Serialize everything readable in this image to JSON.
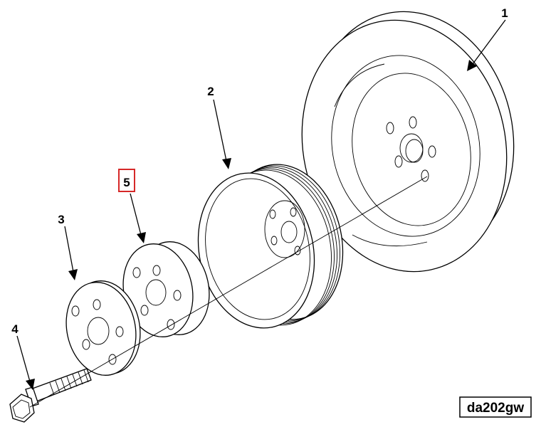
{
  "callouts": [
    {
      "id": "1",
      "label": "1"
    },
    {
      "id": "2",
      "label": "2"
    },
    {
      "id": "3",
      "label": "3"
    },
    {
      "id": "4",
      "label": "4"
    },
    {
      "id": "5",
      "label": "5"
    }
  ],
  "highlighted_callout": "5",
  "reference_code": "da202gw",
  "colors": {
    "ink": "#000000",
    "highlight": "#d62828",
    "paper": "#ffffff"
  }
}
